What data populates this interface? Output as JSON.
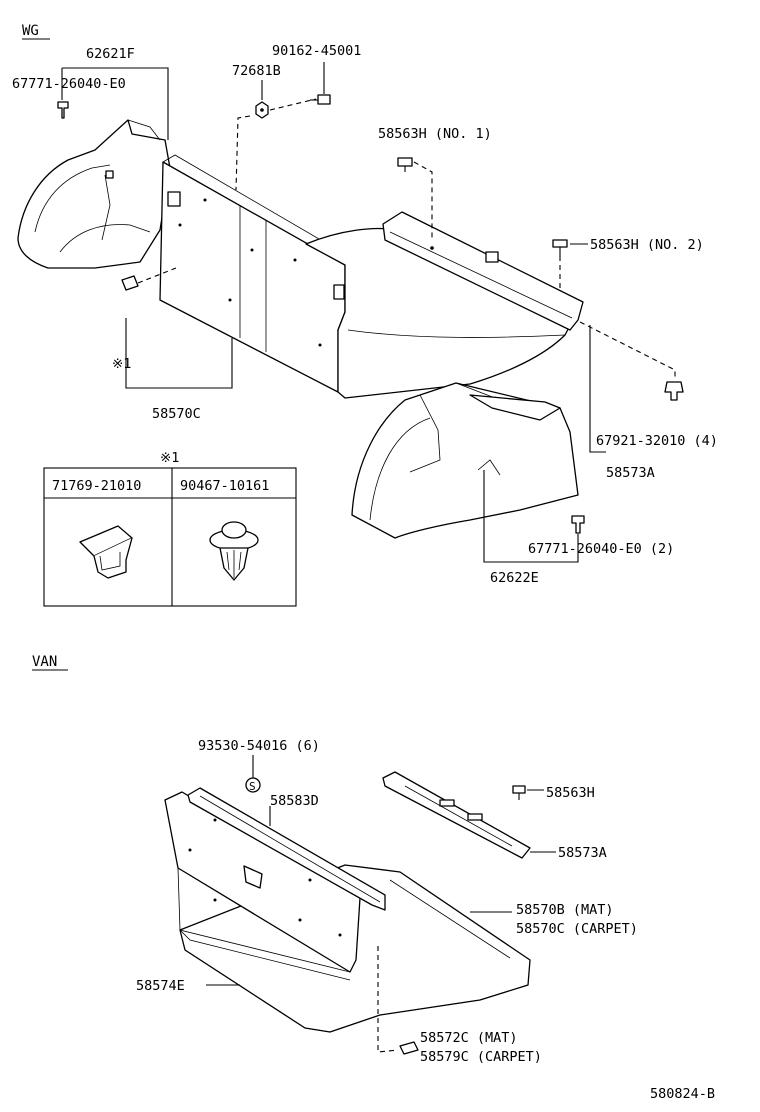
{
  "sections": {
    "wg": "WG",
    "van": "VAN"
  },
  "labels": {
    "wg_67771_26040_E0": "67771-26040-E0",
    "wg_62621F": "62621F",
    "wg_72681B": "72681B",
    "wg_90162_45001": "90162-45001",
    "wg_58563H_no1": "58563H (NO. 1)",
    "wg_58563H_no2": "58563H (NO. 2)",
    "wg_note1": "※1",
    "wg_58570C": "58570C",
    "wg_67921_32010": "67921-32010 (4)",
    "wg_58573A": "58573A",
    "wg_67771_26040_E0_2": "67771-26040-E0 (2)",
    "wg_62622E": "62622E",
    "van_93530_54016": "93530-54016 (6)",
    "van_58583D": "58583D",
    "van_58563H": "58563H",
    "van_58573A": "58573A",
    "van_58570B": "58570B (MAT)",
    "van_58570C": "58570C (CARPET)",
    "van_58574E": "58574E",
    "van_58572C": "58572C (MAT)",
    "van_58579C": "58579C (CARPET)"
  },
  "inset": {
    "title": "※1",
    "col1": "71769-21010",
    "col2": "90467-10161"
  },
  "stamp": "S",
  "footer": "580824-B"
}
